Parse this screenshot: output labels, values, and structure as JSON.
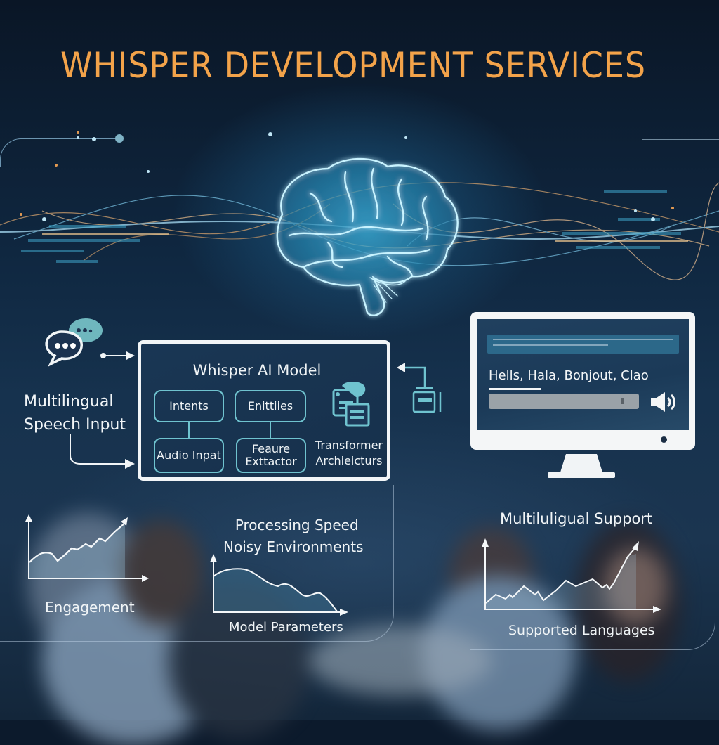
{
  "header": {
    "title": "WHISPER DEVELOPMENT SERVICES",
    "title_color": "#f3a34a"
  },
  "hero": {
    "icon": "glowing-brain-icon",
    "accent_color": "#5fd0f0"
  },
  "input": {
    "icon": "chat-bubbles-icon",
    "label_line1": "Multilingual",
    "label_line2": "Speech Input"
  },
  "model": {
    "title": "Whisper AI Model",
    "nodes": [
      {
        "label": "Intents"
      },
      {
        "label": "Enittiies"
      },
      {
        "label": "Audio Inpat"
      },
      {
        "label": "Feaure Exttactor"
      }
    ],
    "transformer_icon": "document-stack-icon",
    "transformer_line1": "Transformer",
    "transformer_line2": "Archieicturs",
    "node_color": "#6fc3cf"
  },
  "output": {
    "icon": "document-output-icon",
    "monitor": {
      "greeting": "Hells, Hala, Bonjout, Clao",
      "speaker_icon": "speaker-volume-icon"
    }
  },
  "charts": {
    "engagement": {
      "xlabel": "Engagement"
    },
    "processing": {
      "title_line1": "Processing Speed",
      "title_line2": "Noisy Environments",
      "xlabel": "Model Parameters"
    },
    "multilingual": {
      "title": "Multiluligual Support",
      "xlabel": "Supported Languages"
    }
  },
  "chart_data": [
    {
      "type": "line",
      "title": "",
      "xlabel": "Engagement",
      "ylabel": "",
      "x": [
        0,
        1,
        2,
        3,
        4,
        5,
        6,
        7,
        8,
        9,
        10,
        11,
        12,
        13
      ],
      "values": [
        15,
        22,
        24,
        18,
        30,
        38,
        34,
        46,
        44,
        58,
        55,
        68,
        74,
        90
      ],
      "trend": "increasing"
    },
    {
      "type": "area",
      "title": "Processing Speed Noisy Environments",
      "xlabel": "Model Parameters",
      "ylabel": "",
      "x": [
        0,
        1,
        2,
        3,
        4,
        5,
        6,
        7,
        8,
        9,
        10
      ],
      "values": [
        60,
        66,
        66,
        58,
        44,
        42,
        32,
        22,
        26,
        12,
        0
      ],
      "trend": "decreasing"
    },
    {
      "type": "line",
      "title": "Multiluligual Support",
      "xlabel": "Supported Languages",
      "ylabel": "",
      "x": [
        0,
        1,
        2,
        3,
        4,
        5,
        6,
        7,
        8,
        9,
        10,
        11,
        12,
        13,
        14,
        15
      ],
      "values": [
        10,
        25,
        20,
        38,
        22,
        18,
        28,
        45,
        35,
        42,
        40,
        32,
        36,
        30,
        70,
        92
      ],
      "trend": "increasing"
    }
  ]
}
